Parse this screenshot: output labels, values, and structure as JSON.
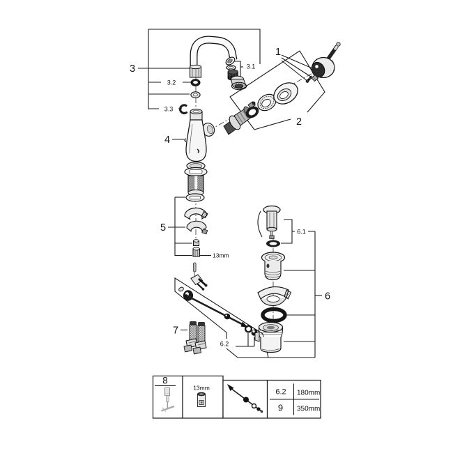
{
  "diagram_type": "exploded-parts-diagram-faucet",
  "colors": {
    "line": "#1a1a1a",
    "background": "#ffffff"
  },
  "callouts": {
    "p1": "1",
    "p2": "2",
    "p3": "3",
    "p3_1": "3.1",
    "p3_2": "3.2",
    "p3_3": "3.3",
    "p4": "4",
    "p5": "5",
    "p6": "6",
    "p6_1": "6.1",
    "p6_2": "6.2",
    "p7": "7",
    "nut_size_note": "13mm"
  },
  "legend_table": {
    "tool_ref": "8",
    "socket_size": "13mm",
    "rows": [
      {
        "ref": "6.2",
        "length": "180mm"
      },
      {
        "ref": "9",
        "length": "350mm"
      }
    ]
  }
}
